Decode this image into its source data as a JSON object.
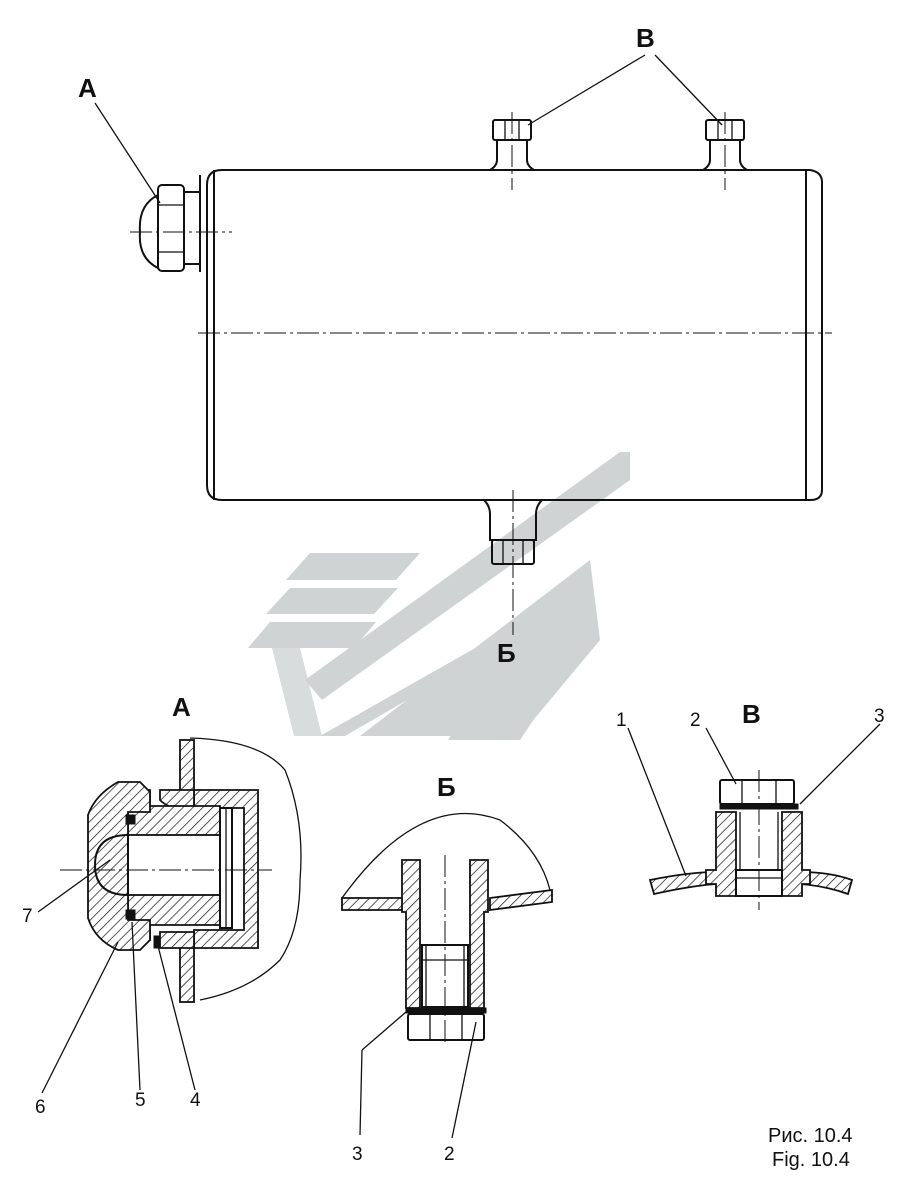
{
  "labels": {
    "main_view": {
      "A": "A",
      "B": "B",
      "Б": "Б"
    },
    "detail_A": {
      "title": "A",
      "callouts": [
        "7",
        "6",
        "5",
        "4"
      ]
    },
    "detail_Б": {
      "title": "Б",
      "callouts": [
        "3",
        "2"
      ]
    },
    "detail_B": {
      "title": "B",
      "callouts": [
        "1",
        "2",
        "3"
      ]
    }
  },
  "caption": {
    "ru": "Рис. 10.4",
    "en": "Fig. 10.4"
  },
  "colors": {
    "line": "#111111",
    "watermark": "#cfd3d3",
    "background": "#ffffff"
  }
}
